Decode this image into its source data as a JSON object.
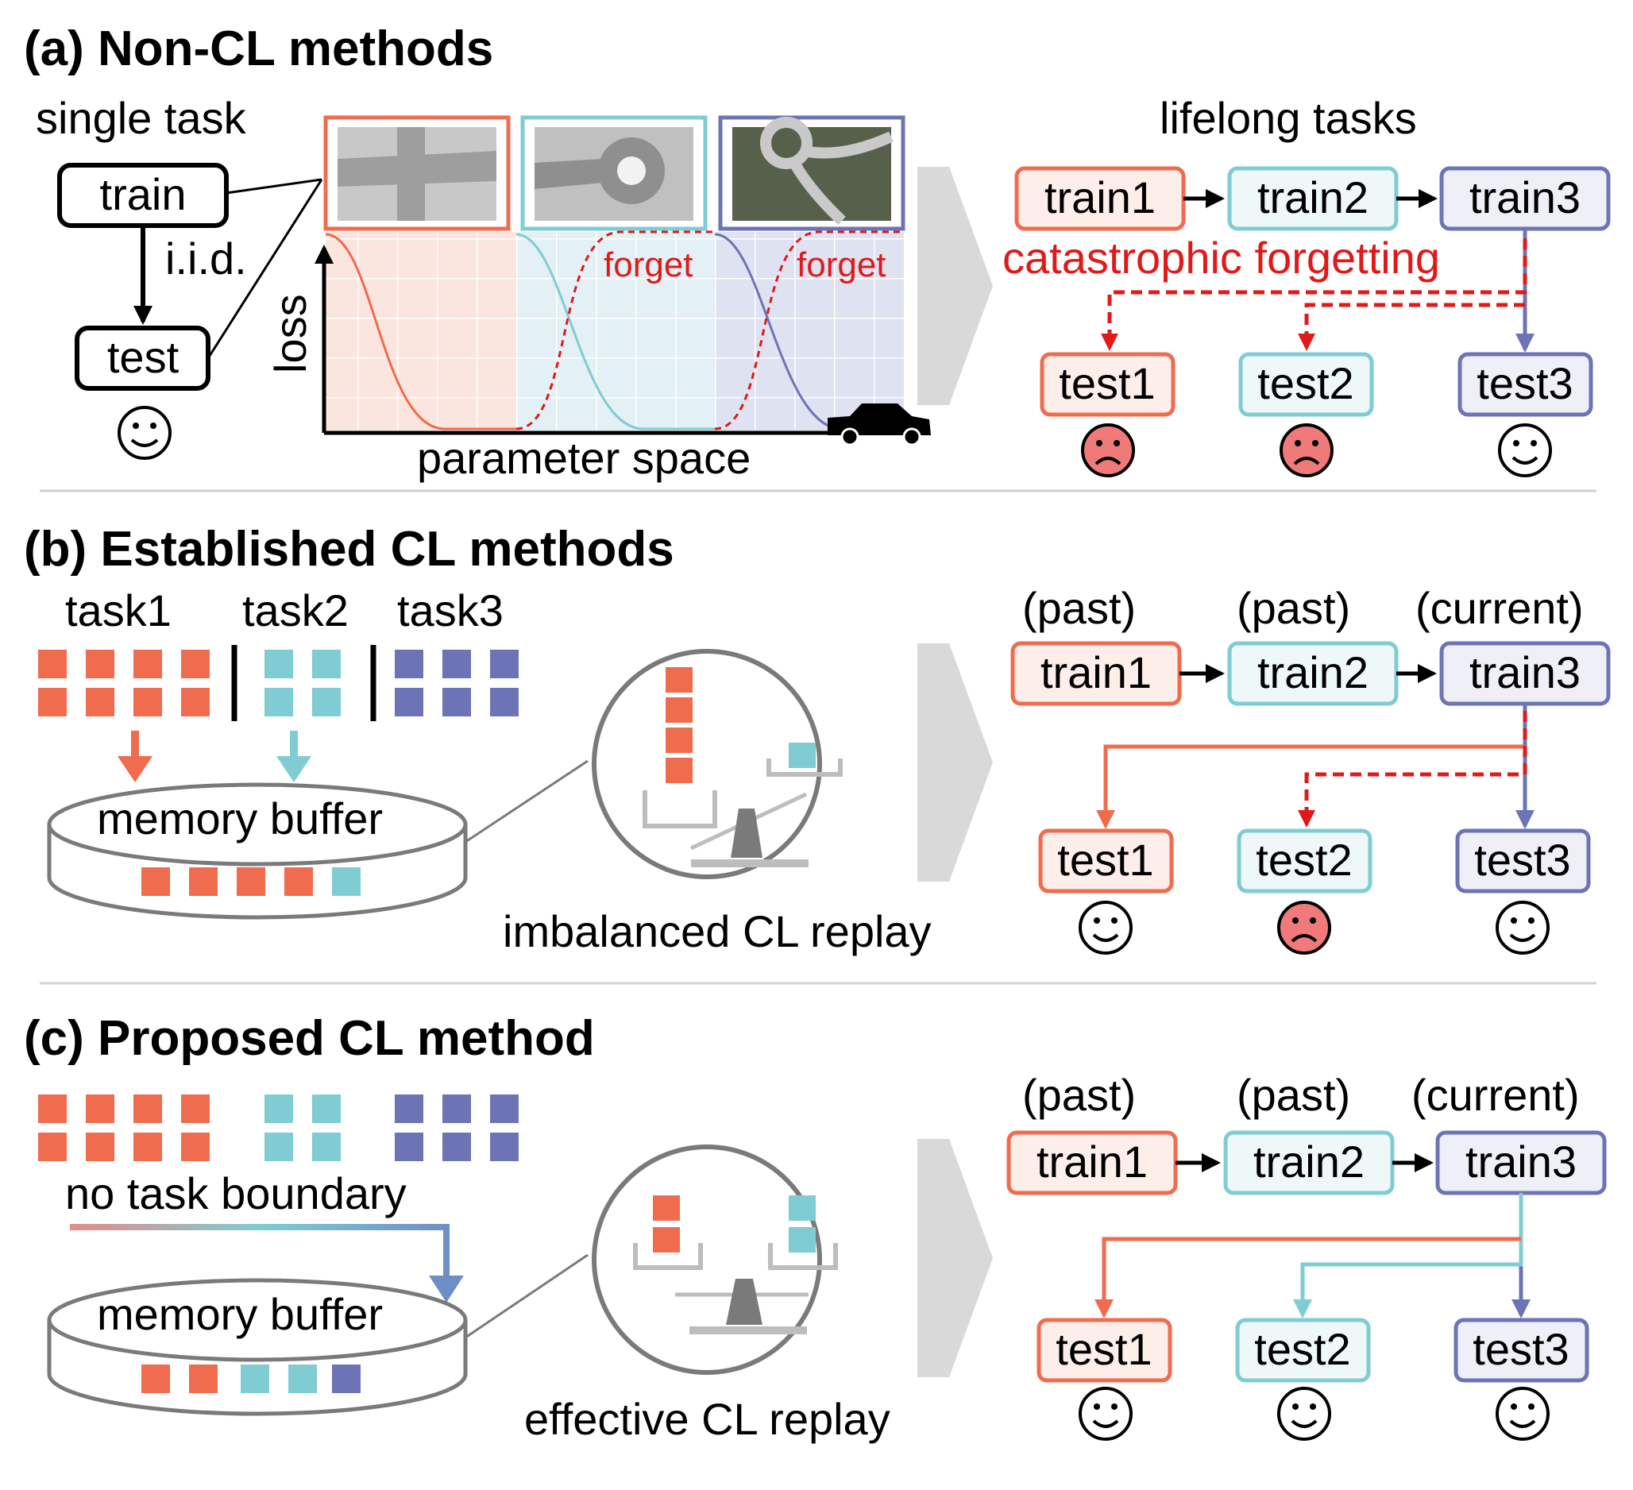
{
  "colors": {
    "orange": "#ef6c4f",
    "orange_fill": "#fdeee9",
    "cyan": "#7fcdd3",
    "cyan_fill": "#eef8f9",
    "purple": "#6d74b6",
    "purple_fill": "#eeeff7",
    "red": "#e01919",
    "sad_face": "#f07a7a",
    "grey": "#7a7a7a",
    "arrow_grey": "#d9d9d9"
  },
  "panel_a": {
    "title": "(a) Non-CL methods",
    "single_task": "single task",
    "train": "train",
    "iid": "i.i.d.",
    "test": "test",
    "loss": "loss",
    "parameter_space": "parameter space",
    "forget1": "forget",
    "forget2": "forget",
    "lifelong_tasks": "lifelong tasks",
    "catastrophic": "catastrophic forgetting",
    "train1": "train1",
    "train2": "train2",
    "train3": "train3",
    "test1": "test1",
    "test2": "test2",
    "test3": "test3"
  },
  "panel_b": {
    "title": "(b) Established CL methods",
    "task1": "task1",
    "task2": "task2",
    "task3": "task3",
    "memory_buffer": "memory buffer",
    "replay": "imbalanced CL replay",
    "past1": "(past)",
    "past2": "(past)",
    "current": "(current)",
    "train1": "train1",
    "train2": "train2",
    "train3": "train3",
    "test1": "test1",
    "test2": "test2",
    "test3": "test3"
  },
  "panel_c": {
    "title": "(c) Proposed CL method",
    "no_boundary": "no task boundary",
    "memory_buffer": "memory buffer",
    "replay": "effective CL replay",
    "past1": "(past)",
    "past2": "(past)",
    "current": "(current)",
    "train1": "train1",
    "train2": "train2",
    "train3": "train3",
    "test1": "test1",
    "test2": "test2",
    "test3": "test3"
  }
}
